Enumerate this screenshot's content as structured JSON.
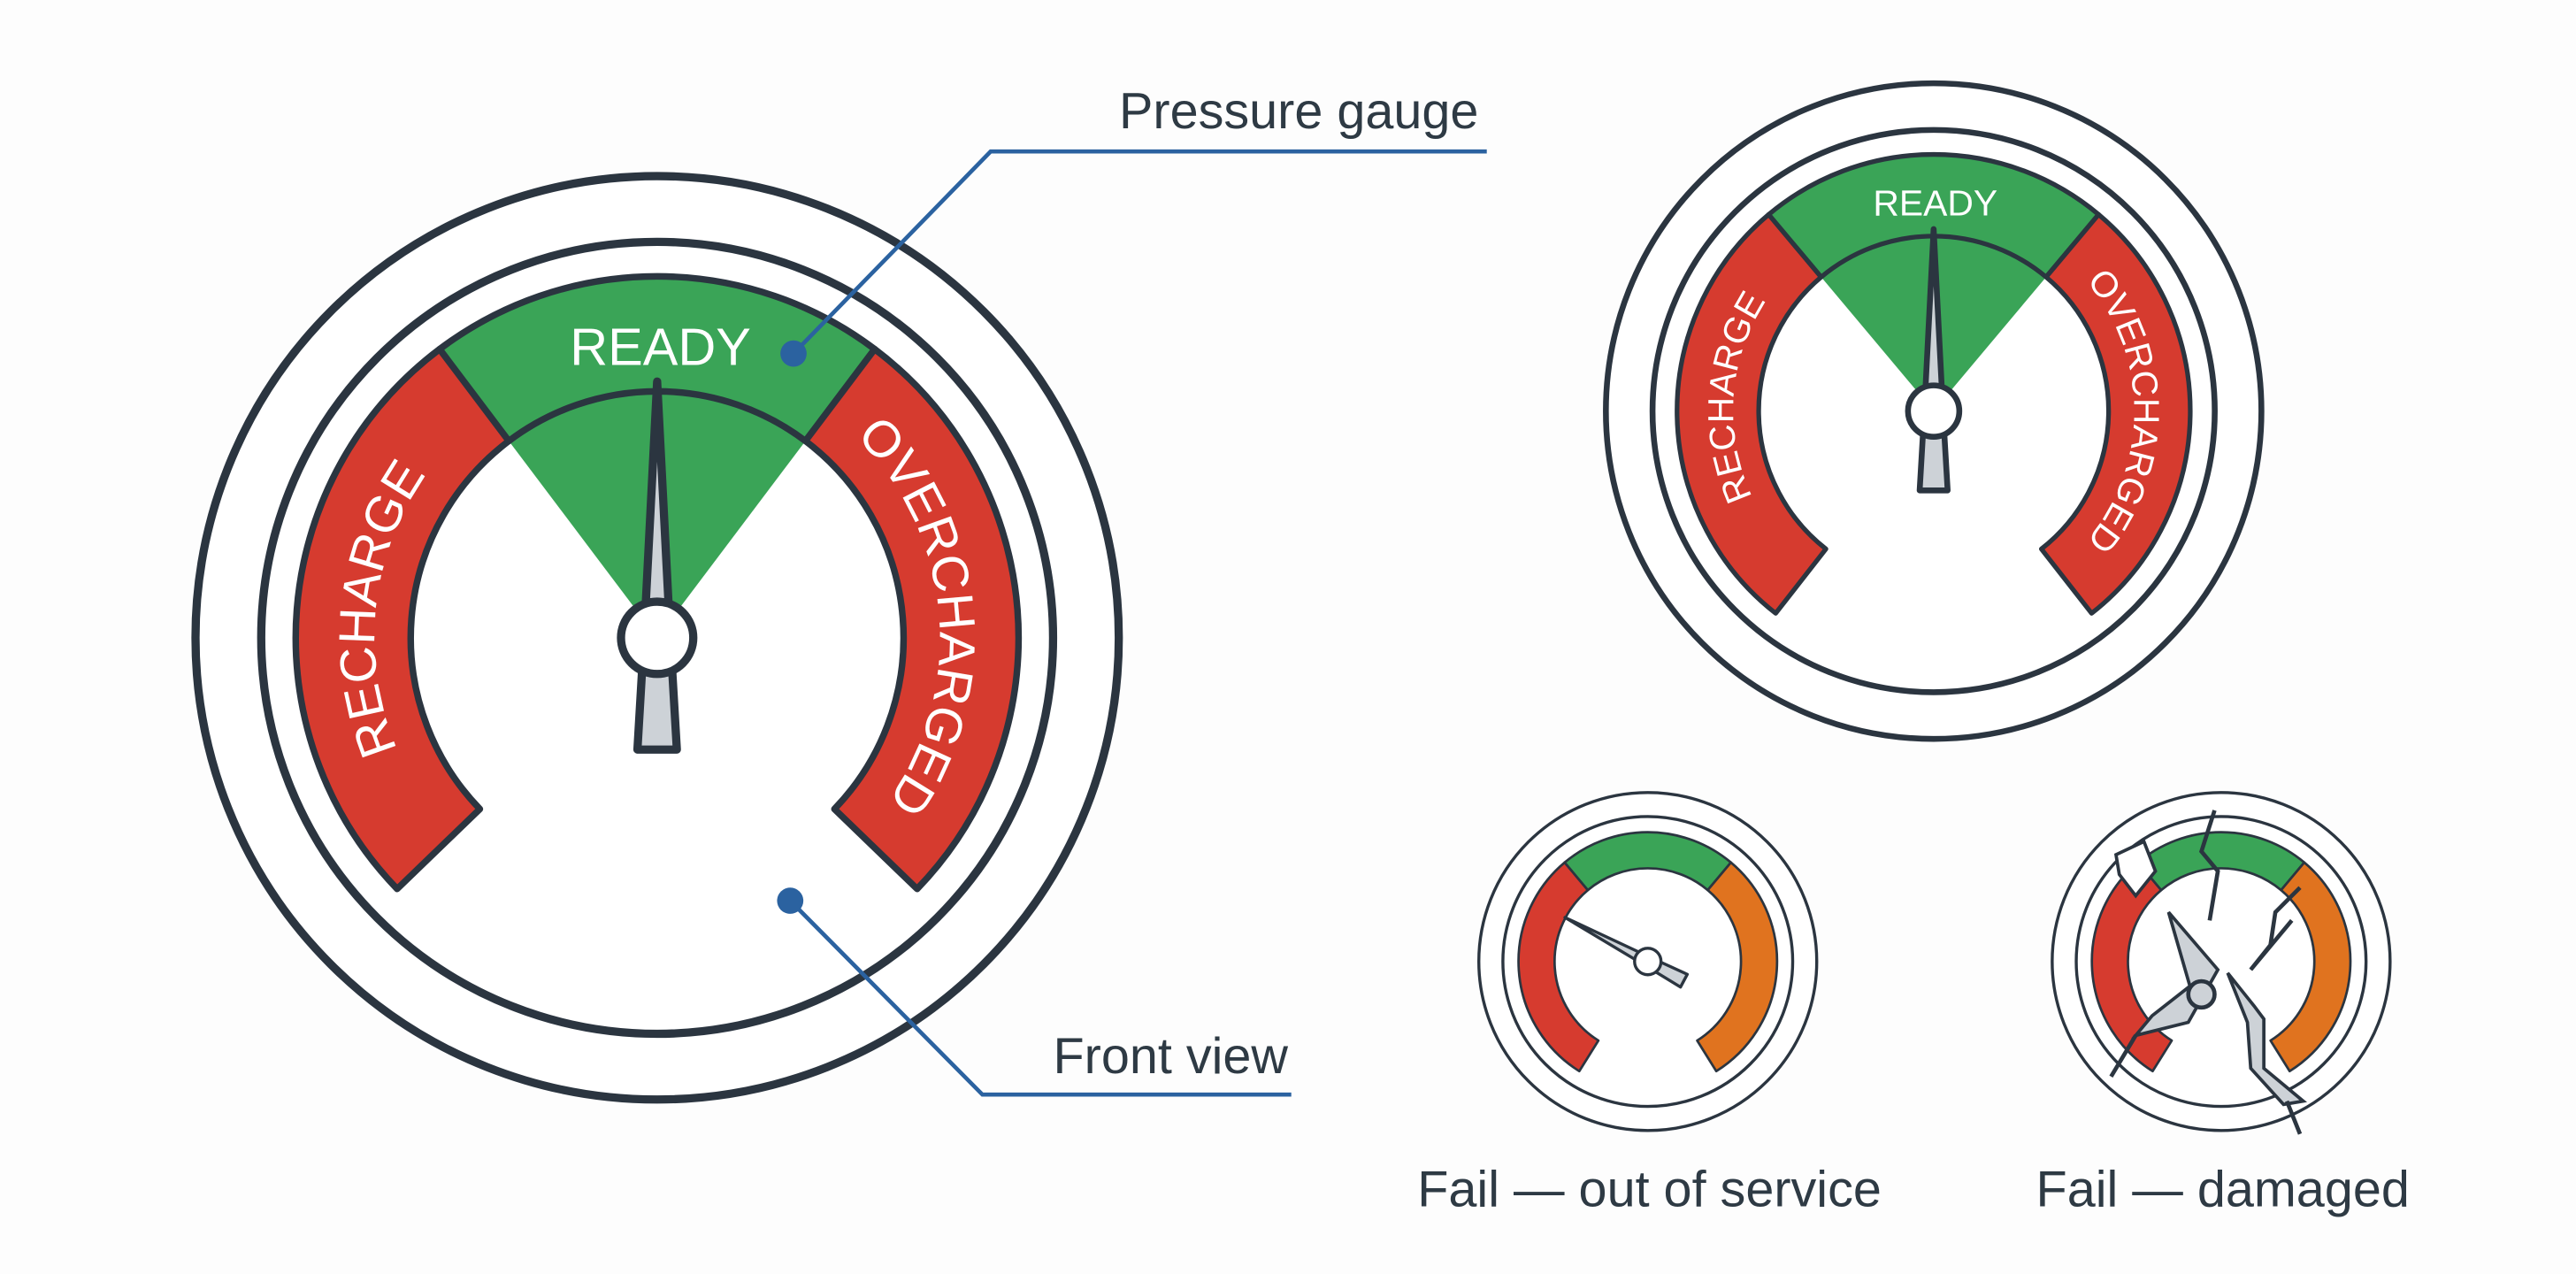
{
  "colors": {
    "red": "#d63b2f",
    "green": "#3aa457",
    "orange": "#e0731f",
    "outline": "#2b3540",
    "needle": "#cdd2d7",
    "leader": "#2b62a0",
    "text": "#2e3a44"
  },
  "callouts": {
    "pressure_gauge": "Pressure gauge",
    "front_view": "Front view"
  },
  "main_gauge": {
    "zones": {
      "left": "RECHARGE",
      "center": "READY",
      "right": "OVERCHARGED"
    },
    "needle_state": "READY"
  },
  "small_gauge": {
    "zones": {
      "left": "RECHARGE",
      "center": "READY",
      "right": "OVERCHARGED"
    },
    "needle_state": "READY"
  },
  "fail_gauges": [
    {
      "caption": "Fail — out of service",
      "needle_state": "RECHARGE"
    },
    {
      "caption": "Fail — damaged",
      "condition": "cracked"
    }
  ]
}
